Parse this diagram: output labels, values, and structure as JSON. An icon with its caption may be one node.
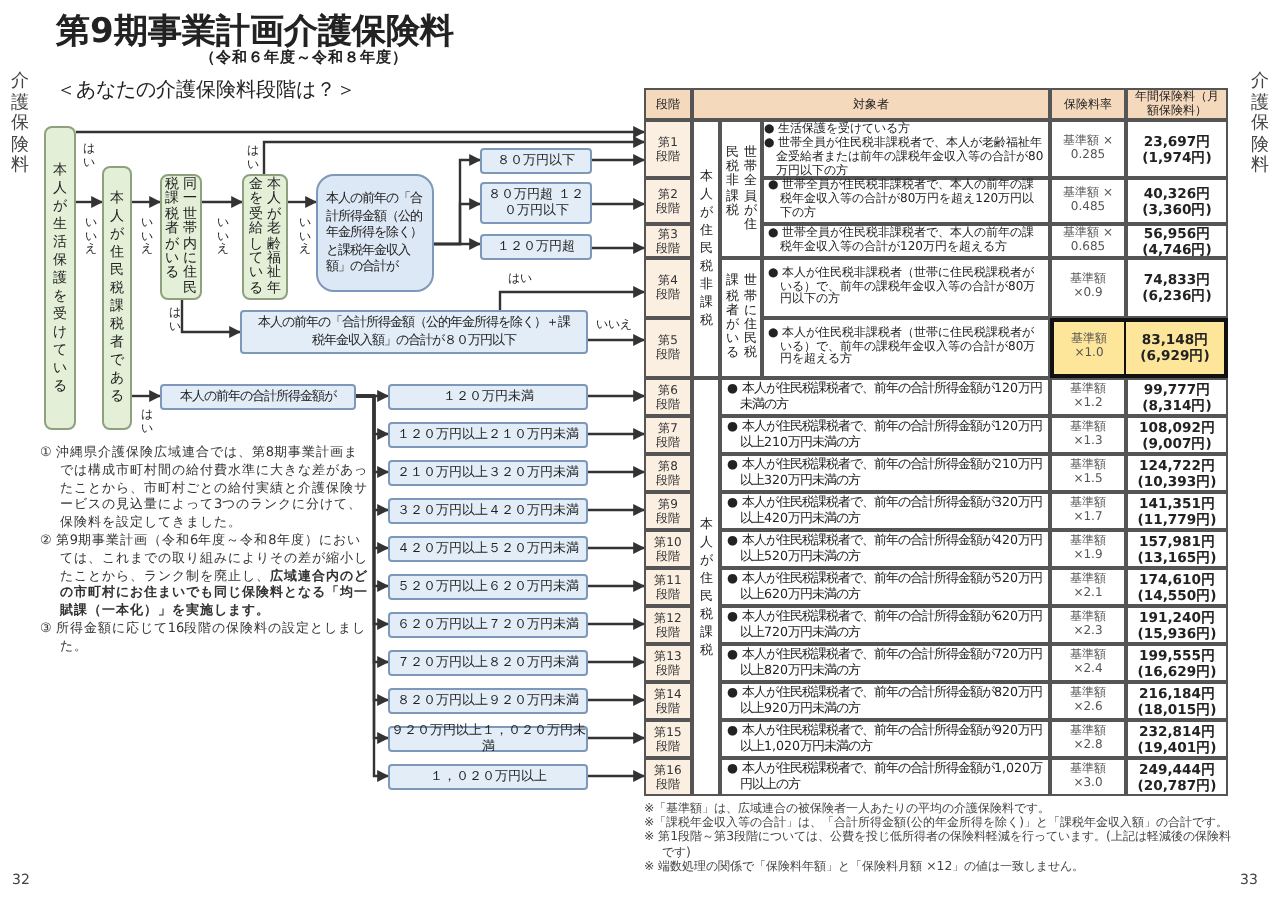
{
  "diagram": {
    "title": "第9期事業計画介護保険料",
    "nodes": [
      {
        "text": [
          "本人が生活保護を受けている"
        ]
      },
      {
        "text": [
          "本人が住民税課税者である"
        ]
      },
      {
        "text": [
          "同一世帯内に住民税課税者がいる"
        ]
      },
      {
        "text": [
          "本人が老齢福祉年金を受給している"
        ]
      },
      {
        "text": [
          "本人の前年の「合計所得金額（公的年金所得を除く）と課税年金収入額」の合計が"
        ]
      },
      {
        "text": [
          "８０万円以下"
        ]
      },
      {
        "text": [
          "８０万円超 １２０万円以下"
        ]
      },
      {
        "text": [
          "１２０万円超"
        ]
      },
      {
        "text": [
          "本人の前年の「合計所得金額（公的年金所得を除く）＋課税年金収入額」の合計が８０万円以下"
        ]
      },
      {
        "text": [
          "本人の前年の合計所得金額が"
        ]
      },
      {
        "text": [
          "１２０万円未満"
        ]
      },
      {
        "text": [
          "１２０万円以上２１０万円未満"
        ]
      },
      {
        "text": [
          "２１０万円以上３２０万円未満"
        ]
      },
      {
        "text": [
          "３２０万円以上４２０万円未満"
        ]
      },
      {
        "text": [
          "４２０万円以上５２０万円未満"
        ]
      },
      {
        "text": [
          "５２０万円以上６２０万円未満"
        ]
      },
      {
        "text": [
          "６２０万円以上７２０万円未満"
        ]
      },
      {
        "text": [
          "７２０万円以上８２０万円未満"
        ]
      },
      {
        "text": [
          "８２０万円以上９２０万円未満"
        ]
      },
      {
        "text": [
          "９２０万円以上１，０２０万円未満"
        ]
      },
      {
        "text": [
          "１，０２０万円以上"
        ]
      },
      {
        "text": [
          "第1段階"
        ]
      },
      {
        "text": [
          "第2段階"
        ]
      },
      {
        "text": [
          "第3段階"
        ]
      },
      {
        "text": [
          "第4段階"
        ]
      },
      {
        "text": [
          "第5段階"
        ]
      },
      {
        "text": [
          "第6段階"
        ]
      },
      {
        "text": [
          "第7段階"
        ]
      },
      {
        "text": [
          "第8段階"
        ]
      },
      {
        "text": [
          "第9段階"
        ]
      },
      {
        "text": [
          "第10段階"
        ]
      },
      {
        "text": [
          "第11段階"
        ]
      },
      {
        "text": [
          "第12段階"
        ]
      },
      {
        "text": [
          "第13段階"
        ]
      },
      {
        "text": [
          "第14段階"
        ]
      },
      {
        "text": [
          "第15段階"
        ]
      },
      {
        "text": [
          "第16段階"
        ]
      }
    ],
    "edges": [
      {
        "from": 0,
        "to": 1,
        "arrow": "to",
        "label": "いいえ"
      },
      {
        "from": 1,
        "to": 2,
        "arrow": "to",
        "label": "いいえ"
      },
      {
        "from": 2,
        "to": 3,
        "arrow": "to",
        "label": "いいえ"
      },
      {
        "from": 3,
        "to": 4,
        "arrow": "to",
        "label": "いいえ"
      },
      {
        "from": 4,
        "to": 5,
        "arrow": "to"
      },
      {
        "from": 4,
        "to": 6,
        "arrow": "to"
      },
      {
        "from": 4,
        "to": 7,
        "arrow": "to"
      },
      {
        "from": 2,
        "to": 8,
        "arrow": "to",
        "label": "はい"
      },
      {
        "from": 1,
        "to": 9,
        "arrow": "to",
        "label": "はい"
      },
      {
        "from": 9,
        "to": 10,
        "arrow": "to"
      },
      {
        "from": 9,
        "to": 11,
        "arrow": "to"
      },
      {
        "from": 9,
        "to": 12,
        "arrow": "to"
      },
      {
        "from": 9,
        "to": 13,
        "arrow": "to"
      },
      {
        "from": 9,
        "to": 14,
        "arrow": "to"
      },
      {
        "from": 9,
        "to": 15,
        "arrow": "to"
      },
      {
        "from": 9,
        "to": 16,
        "arrow": "to"
      },
      {
        "from": 9,
        "to": 17,
        "arrow": "to"
      },
      {
        "from": 9,
        "to": 18,
        "arrow": "to"
      },
      {
        "from": 9,
        "to": 19,
        "arrow": "to"
      },
      {
        "from": 9,
        "to": 20,
        "arrow": "to"
      },
      {
        "from": 0,
        "to": 21,
        "arrow": "to",
        "label": "はい"
      },
      {
        "from": 3,
        "to": 21,
        "arrow": "to",
        "label": "はい"
      },
      {
        "from": 5,
        "to": 21,
        "arrow": "to"
      },
      {
        "from": 6,
        "to": 22,
        "arrow": "to"
      },
      {
        "from": 7,
        "to": 23,
        "arrow": "to"
      },
      {
        "from": 8,
        "to": 24,
        "arrow": "to",
        "label": "はい"
      },
      {
        "from": 8,
        "to": 25,
        "arrow": "to",
        "label": "いいえ"
      },
      {
        "from": 10,
        "to": 26,
        "arrow": "to"
      },
      {
        "from": 11,
        "to": 27,
        "arrow": "to"
      },
      {
        "from": 12,
        "to": 28,
        "arrow": "to"
      },
      {
        "from": 13,
        "to": 29,
        "arrow": "to"
      },
      {
        "from": 14,
        "to": 30,
        "arrow": "to"
      },
      {
        "from": 15,
        "to": 31,
        "arrow": "to"
      },
      {
        "from": 16,
        "to": 32,
        "arrow": "to"
      },
      {
        "from": 17,
        "to": 33,
        "arrow": "to"
      },
      {
        "from": 18,
        "to": 34,
        "arrow": "to"
      },
      {
        "from": 19,
        "to": 35,
        "arrow": "to"
      },
      {
        "from": 20,
        "to": 36,
        "arrow": "to"
      }
    ],
    "labels": [
      "（令和６年度～令和８年度）",
      "＜あなたの介護保険料段階は？＞",
      "介護保険料",
      "段階",
      "対象者",
      "保険料率",
      "年間保険料（月額保険料）",
      "介護保険料",
      "本人が住民税非課税",
      "世帯全員が住民税非課税",
      "● 生活保護を受けている方",
      "● 世帯全員が住民税非課税者で、本人が老齢福祉年金受給者または前年の課税年金収入等の合計が80万円以下の方",
      "基準額 × 0.285",
      "23,697円 (1,974円)",
      "● 世帯全員が住民税非課税者で、本人の前年の課税年金収入等の合計が80万円を超え120万円以下の方",
      "基準額 × 0.485",
      "40,326円 (3,360円)",
      "● 世帯全員が住民税非課税者で、本人の前年の課税年金収入等の合計が120万円を超える方",
      "基準額 × 0.685",
      "56,956円 (4,746円)",
      "世帯に住民税課税者がいる",
      "● 本人が住民税非課税者（世帯に住民税課税者がいる）で、前年の課税年金収入等の合計が80万円以下の方",
      "基準額 ×0.9",
      "74,833円 (6,236円)",
      "● 本人が住民税非課税者（世帯に住民税課税者がいる）で、前年の課税年金収入等の合計が80万円を超える方",
      "基準額 ×1.0",
      "83,148円 (6,929円)",
      "本人が住民税課税",
      "● 本人が住民税課税者で、前年の合計所得金額が120万円未満の方",
      "基準額 ×1.2",
      "99,777円 (8,314円)",
      "● 本人が住民税課税者で、前年の合計所得金額が120万円以上210万円未満の方",
      "基準額 ×1.3",
      "108,092円 (9,007円)",
      "● 本人が住民税課税者で、前年の合計所得金額が210万円以上320万円未満の方",
      "基準額 ×1.5",
      "124,722円 (10,393円)",
      "● 本人が住民税課税者で、前年の合計所得金額が320万円以上420万円未満の方",
      "基準額 ×1.7",
      "141,351円 (11,779円)",
      "● 本人が住民税課税者で、前年の合計所得金額が420万円以上520万円未満の方",
      "基準額 ×1.9",
      "157,981円 (13,165円)",
      "● 本人が住民税課税者で、前年の合計所得金額が520万円以上620万円未満の方",
      "基準額 ×2.1",
      "174,610円 (14,550円)",
      "● 本人が住民税課税者で、前年の合計所得金額が620万円以上720万円未満の方",
      "基準額 ×2.3",
      "191,240円 (15,936円)",
      "● 本人が住民税課税者で、前年の合計所得金額が720万円以上820万円未満の方",
      "基準額 ×2.4",
      "199,555円 (16,629円)",
      "● 本人が住民税課税者で、前年の合計所得金額が820万円以上920万円未満の方",
      "基準額 ×2.6",
      "216,184円 (18,015円)",
      "● 本人が住民税課税者で、前年の合計所得金額が920万円以上1,020万円未満の方",
      "基準額 ×2.8",
      "232,814円 (19,401円)",
      "● 本人が住民税課税者で、前年の合計所得金額が1,020万円以上の方",
      "基準額 ×3.0",
      "249,444円 (20,787円)",
      "① 沖縄県介護保険広域連合では、第8期事業計画までは構成市町村間の給付費水準に大きな差があったことから、市町村ごとの給付実績と介護保険サービスの見込量によって3つのランクに分けて、保険料を設定してきました。",
      "② 第9期事業計画（令和6年度～令和8年度）においては、これまでの取り組みによりその差が縮小したことから、ランク制を廃止し、**広域連合内のどの市町村にお住まいでも同じ保険料となる「均一賦課（一本化）」を実施します。**",
      "③ 所得金額に応じて16段階の保険料の設定としました。",
      "※「基準額」は、広域連合の被保険者一人あたりの平均の介護保険料です。",
      "※「課税年金収入等の合計」は、「合計所得金額(公的年金所得を除く)」と「課税年金収入額」の合計です。",
      "※ 第1段階～第3段階については、公費を投じ低所得者の保険料軽減を行っています。(上記は軽減後の保険料です)",
      "※ 端数処理の関係で「保険料年額」と「保険料月額 ×12」の値は一致しません。",
      "32",
      "33"
    ]
  }
}
